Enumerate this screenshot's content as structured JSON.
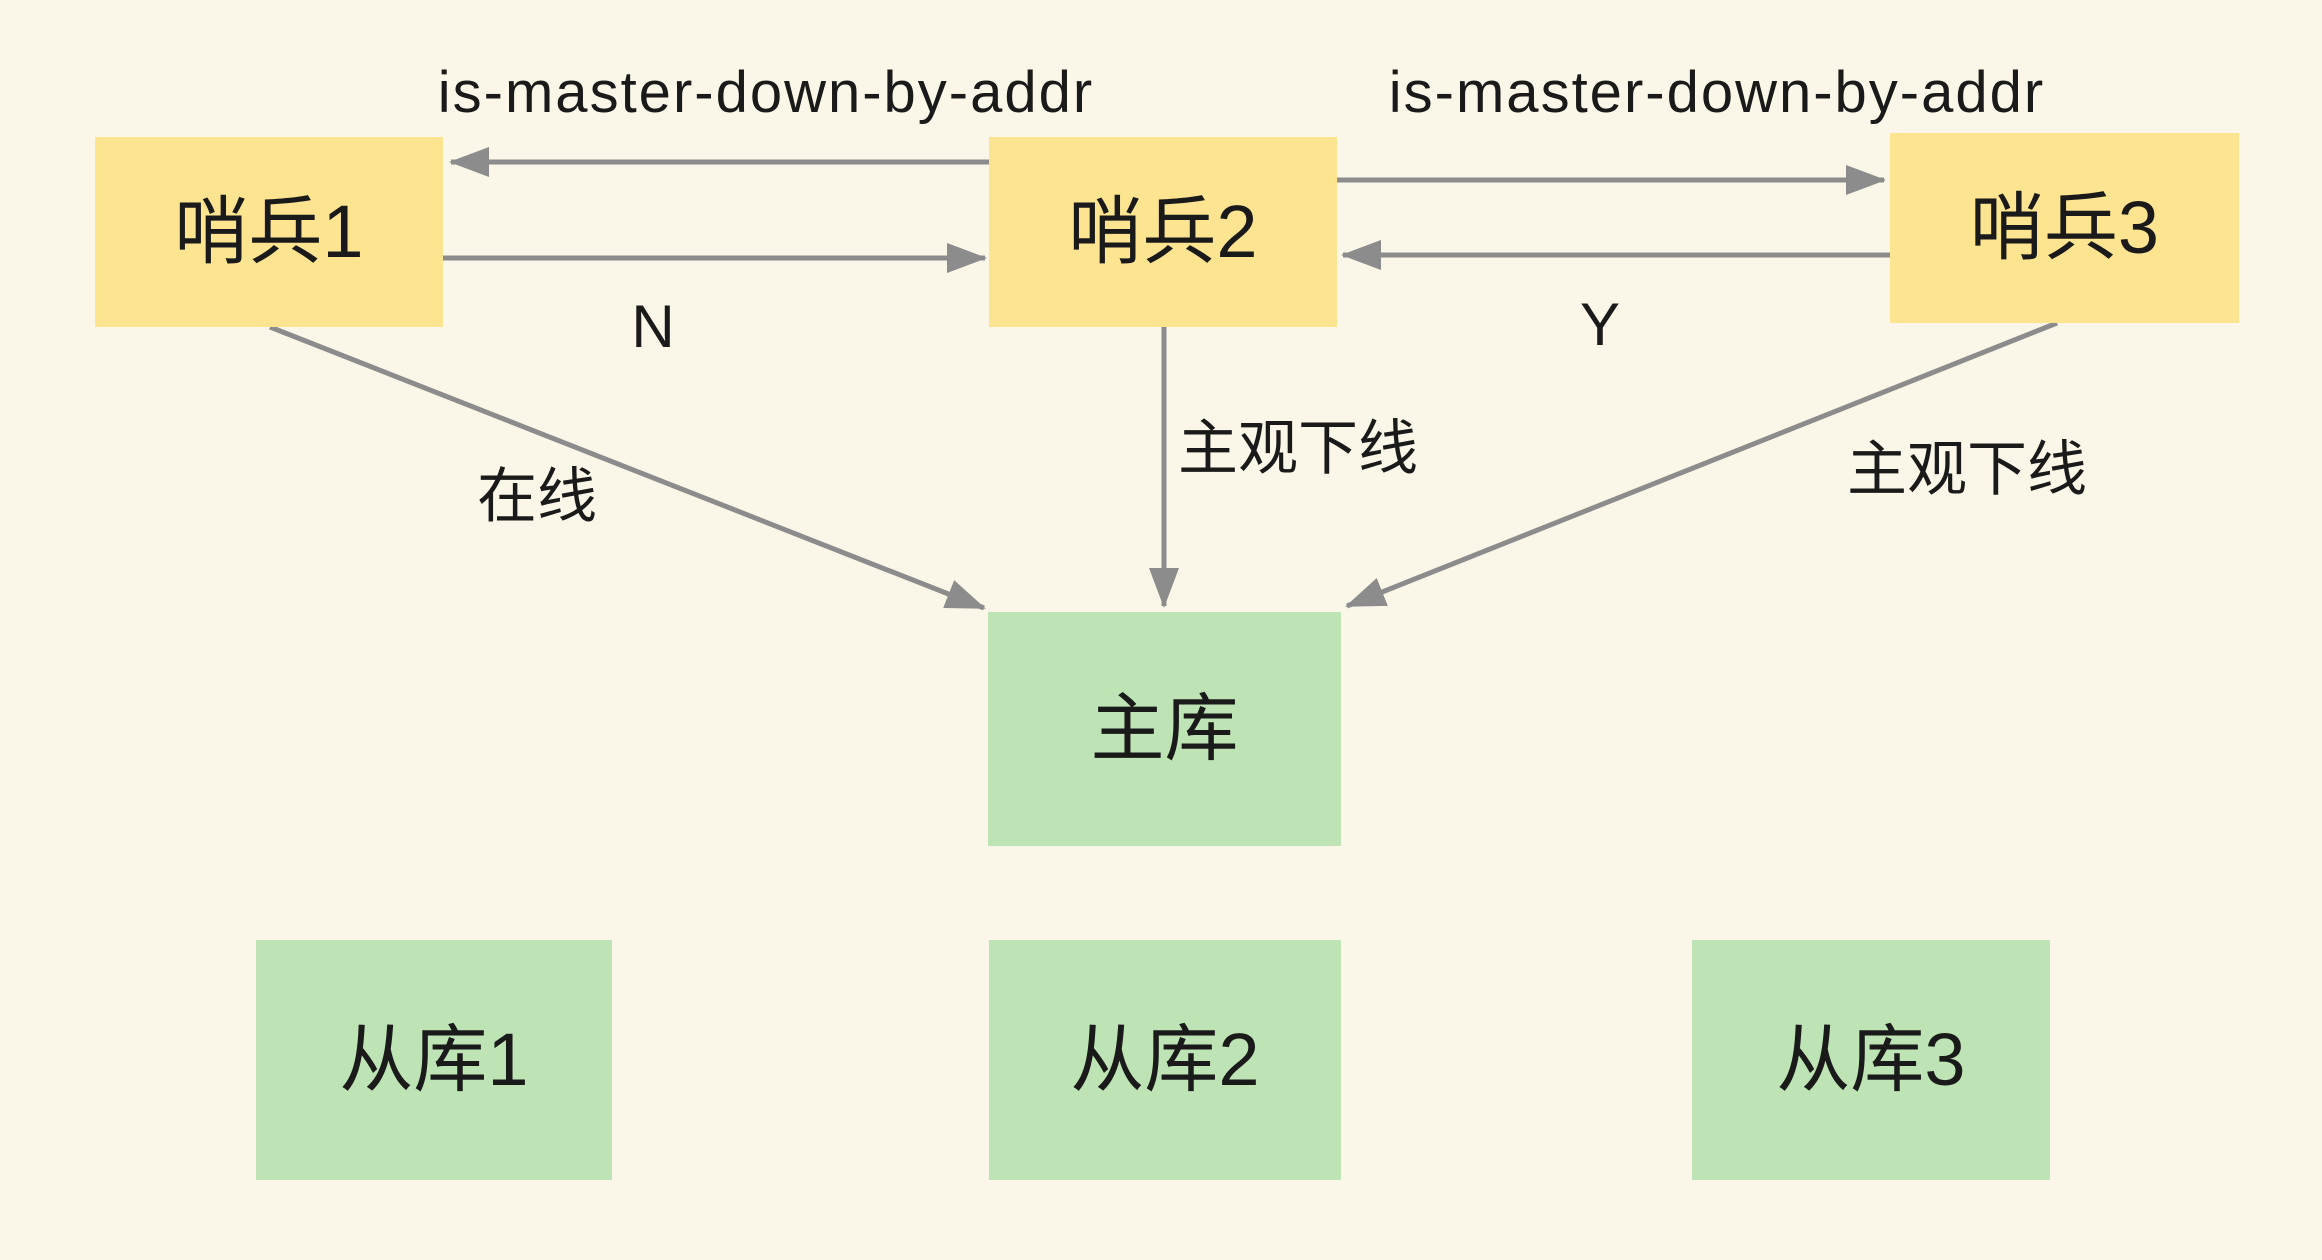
{
  "diagram": {
    "description": "Redis sentinel subjective-offline voting diagram",
    "colors": {
      "background": "#FAF7E8",
      "sentinel_fill": "#FCE491",
      "database_fill": "#BEE3B5",
      "arrow": "#8C8C8C",
      "text": "#1A1A1A"
    },
    "nodes": {
      "sentinel1": {
        "label": "哨兵1",
        "type": "sentinel"
      },
      "sentinel2": {
        "label": "哨兵2",
        "type": "sentinel"
      },
      "sentinel3": {
        "label": "哨兵3",
        "type": "sentinel"
      },
      "master": {
        "label": "主库",
        "type": "database"
      },
      "replica1": {
        "label": "从库1",
        "type": "database"
      },
      "replica2": {
        "label": "从库2",
        "type": "database"
      },
      "replica3": {
        "label": "从库3",
        "type": "database"
      }
    },
    "labels": {
      "imdba_left": {
        "text": "is-master-down-by-addr"
      },
      "imdba_right": {
        "text": "is-master-down-by-addr"
      },
      "vote_n": {
        "text": "N"
      },
      "vote_y": {
        "text": "Y"
      },
      "online": {
        "text": "在线"
      },
      "sdown_mid": {
        "text": "主观下线"
      },
      "sdown_right": {
        "text": "主观下线"
      }
    },
    "edges": [
      {
        "from": "sentinel2",
        "to": "sentinel1",
        "label": "is-master-down-by-addr",
        "reply": "N"
      },
      {
        "from": "sentinel1",
        "to": "sentinel2",
        "label": "is-master-down-by-addr",
        "reply": "N"
      },
      {
        "from": "sentinel2",
        "to": "sentinel3",
        "label": "is-master-down-by-addr",
        "reply": "Y"
      },
      {
        "from": "sentinel3",
        "to": "sentinel2",
        "label": "is-master-down-by-addr",
        "reply": "Y"
      },
      {
        "from": "sentinel1",
        "to": "master",
        "label": "在线"
      },
      {
        "from": "sentinel2",
        "to": "master",
        "label": "主观下线"
      },
      {
        "from": "sentinel3",
        "to": "master",
        "label": "主观下线"
      }
    ]
  }
}
